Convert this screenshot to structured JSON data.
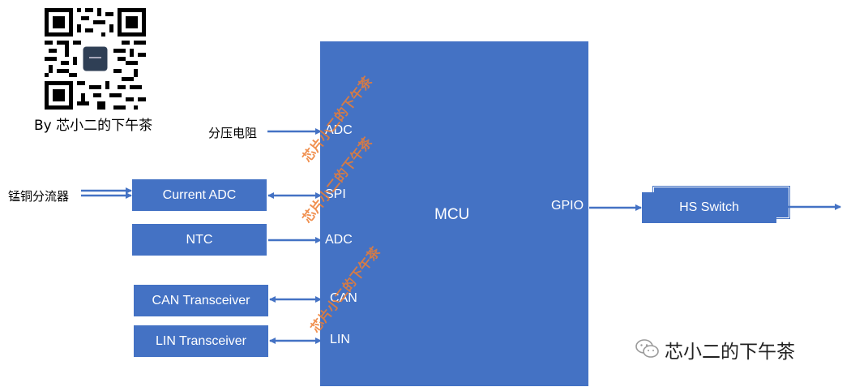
{
  "header": {
    "byline": "By 芯小二的下午茶"
  },
  "mcu": {
    "label": "MCU",
    "ports": {
      "adc_top": "ADC",
      "spi": "SPI",
      "adc_ntc": "ADC",
      "can": "CAN",
      "lin": "LIN",
      "gpio": "GPIO"
    }
  },
  "inputs": {
    "divider_label": "分压电阻",
    "shunt_label": "锰铜分流器"
  },
  "blocks": {
    "current_adc": "Current ADC",
    "ntc": "NTC",
    "can_transceiver": "CAN Transceiver",
    "lin_transceiver": "LIN Transceiver",
    "hs_switch": "HS Switch"
  },
  "watermark": {
    "text": "芯片小二的下午茶"
  },
  "footer": {
    "brand": "芯小二的下午茶"
  },
  "colors": {
    "block": "#4472c4",
    "line": "#4472c4",
    "watermark": "#ed7d31"
  },
  "icons": {
    "qr": "qr-code-icon",
    "wechat": "wechat-icon"
  }
}
